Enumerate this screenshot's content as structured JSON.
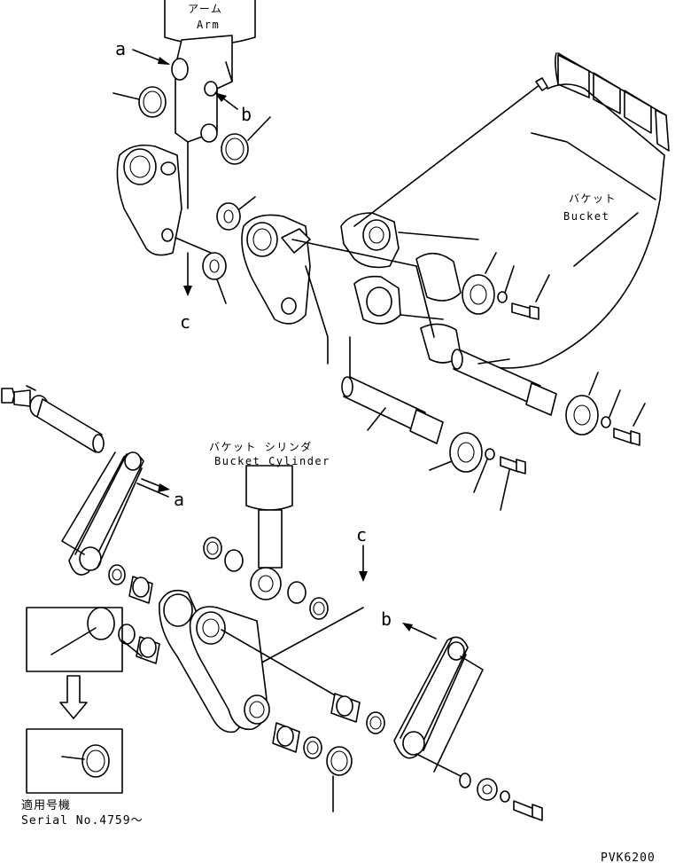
{
  "labels": {
    "arm_jp": "アーム",
    "arm_en": "Arm",
    "bucket_jp": "バケット",
    "bucket_en": "Bucket",
    "cylinder_jp": "バケット シリンダ",
    "cylinder_en": "Bucket Cylinder",
    "a_top": "a",
    "b_top": "b",
    "c_top": "c",
    "a_mid": "a",
    "c_mid": "c",
    "b_mid": "b",
    "serial_jp": "適用号機",
    "serial_en": "Serial No.4759～",
    "drawing_code": "PVK6200"
  }
}
